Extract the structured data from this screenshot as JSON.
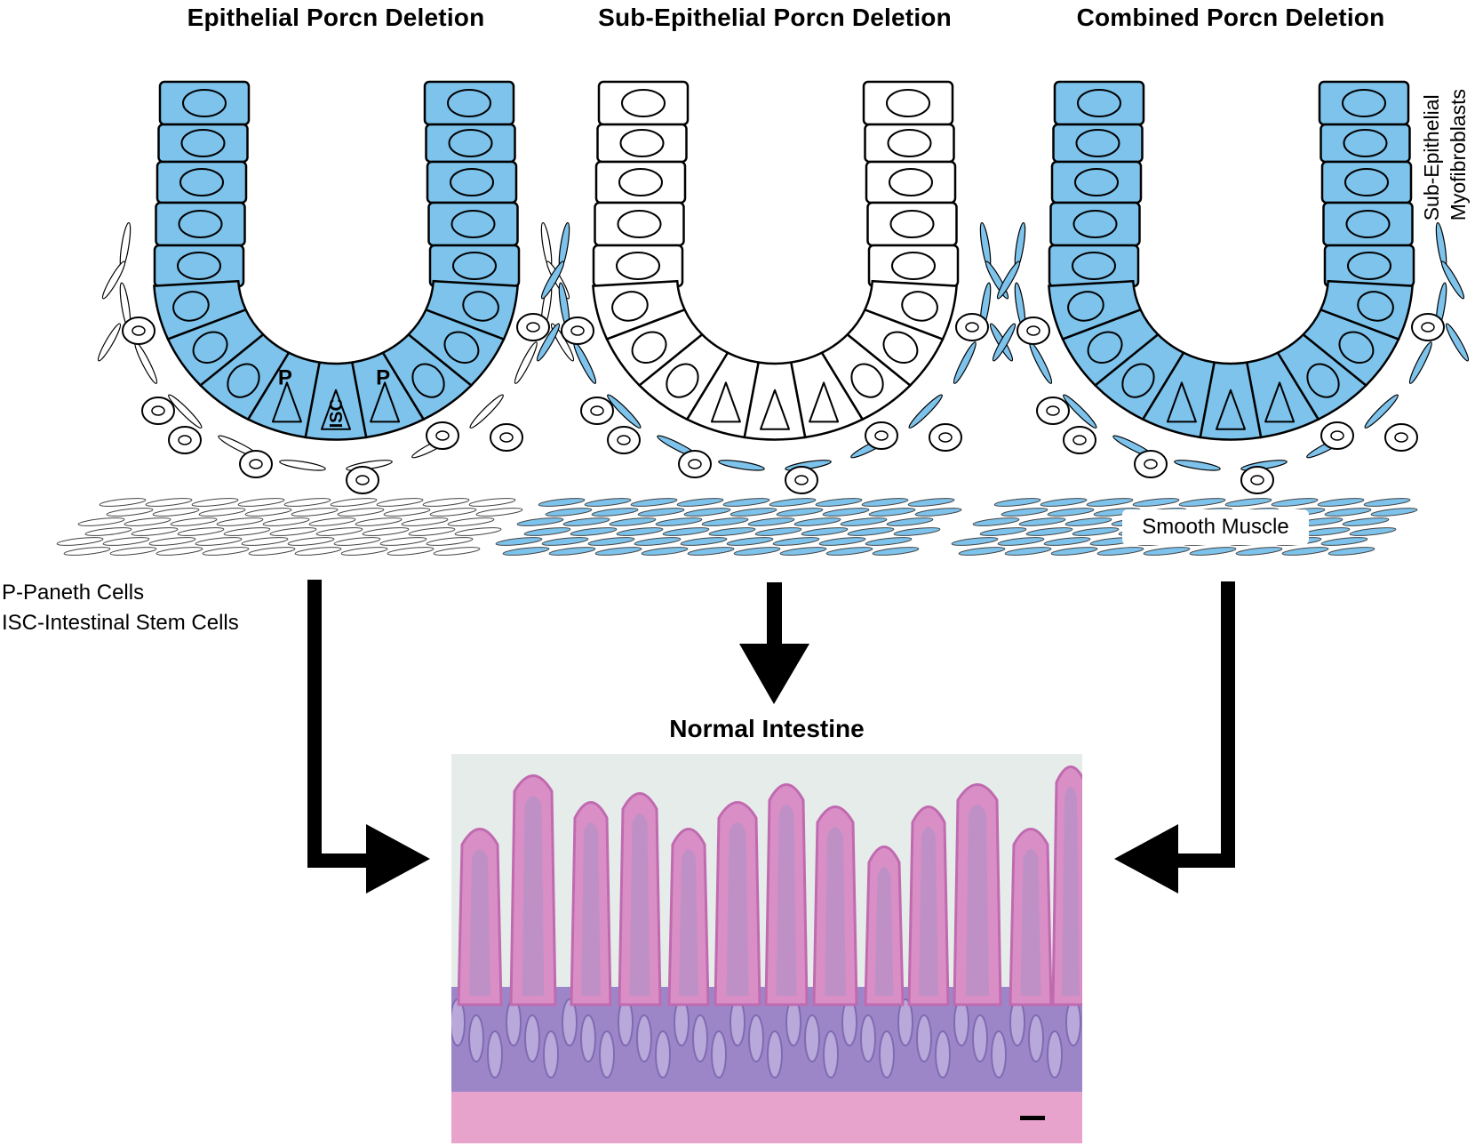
{
  "panels": [
    {
      "title": "Epithelial Porcn Deletion",
      "epithelium": "#7dc3ec",
      "stroma": "#ffffff"
    },
    {
      "title": "Sub-Epithelial Porcn Deletion",
      "epithelium": "#ffffff",
      "stroma": "#7dc3ec"
    },
    {
      "title": "Combined Porcn Deletion",
      "epithelium": "#7dc3ec",
      "stroma": "#7dc3ec"
    }
  ],
  "labels": {
    "sub_epithelial_line1": "Sub-Epithelial",
    "sub_epithelial_line2": "Myofibroblasts",
    "smooth_muscle": "Smooth Muscle",
    "paneth_marker": "P",
    "isc_marker": "ISC",
    "legend_paneth": "P-Paneth Cells",
    "legend_isc": "ISC-Intestinal Stem Cells",
    "outcome": "Normal Intestine"
  },
  "colors": {
    "outline": "#000000",
    "cell_blue": "#7dc3ec",
    "histo_background": "#e6ecea",
    "histo_villus": "#d98fc6",
    "histo_crypt": "#9d86c8",
    "histo_muscle": "#e8a3cc"
  }
}
